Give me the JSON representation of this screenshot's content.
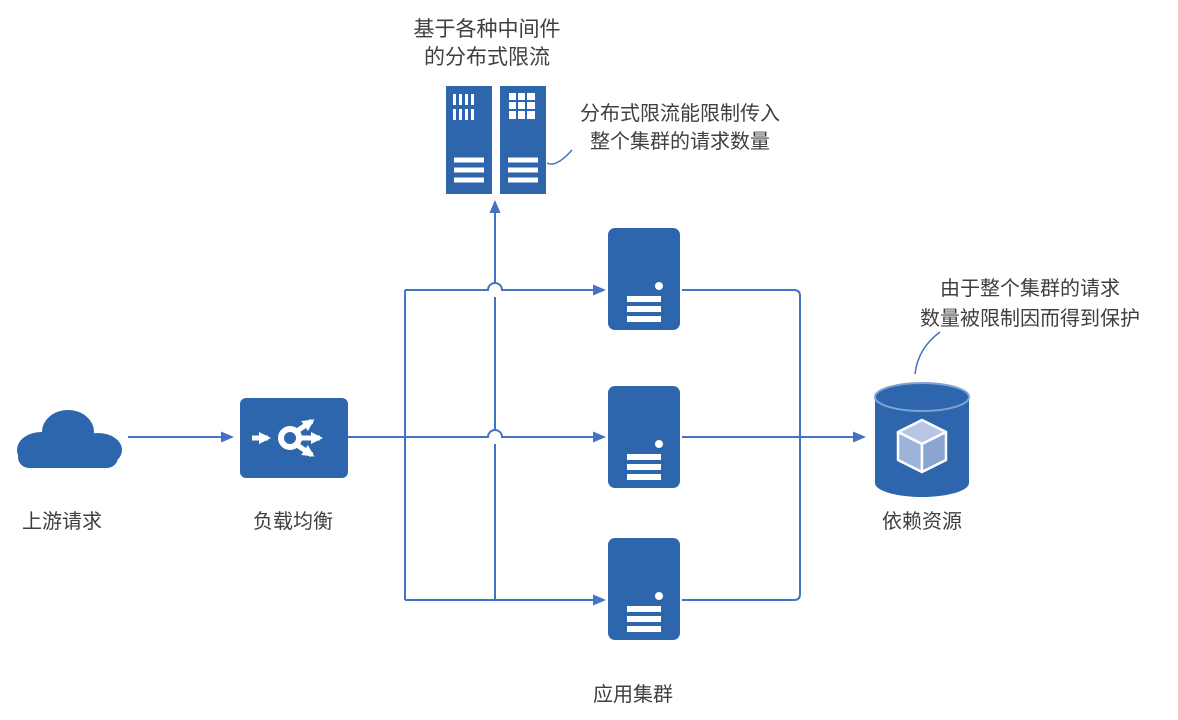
{
  "diagram": {
    "title": {
      "line1": "基于各种中间件",
      "line2": "的分布式限流"
    },
    "labels": {
      "upstream": "上游请求",
      "load_balancer": "负载均衡",
      "app_cluster": "应用集群",
      "dependency": "依赖资源"
    },
    "annotations": {
      "limiter_note_line1": "分布式限流能限制传入",
      "limiter_note_line2": "整个集群的请求数量",
      "protect_note_line1": "由于整个集群的请求",
      "protect_note_line2": "数量被限制因而得到保护"
    },
    "icons": {
      "upstream": "cloud-icon",
      "load_balancer": "load-balancer-icon",
      "rate_limiter": "rate-limiter-middleware-icon",
      "app_server": "app-server-icon",
      "dependency": "database-icon"
    },
    "colors": {
      "icon_blue": "#2e66ae",
      "line_blue": "#4472c4",
      "text": "#3f3f3f",
      "cube_top": "#b6c6e4",
      "cube_left": "#9db3da",
      "cube_right": "#8aa4d2"
    }
  }
}
